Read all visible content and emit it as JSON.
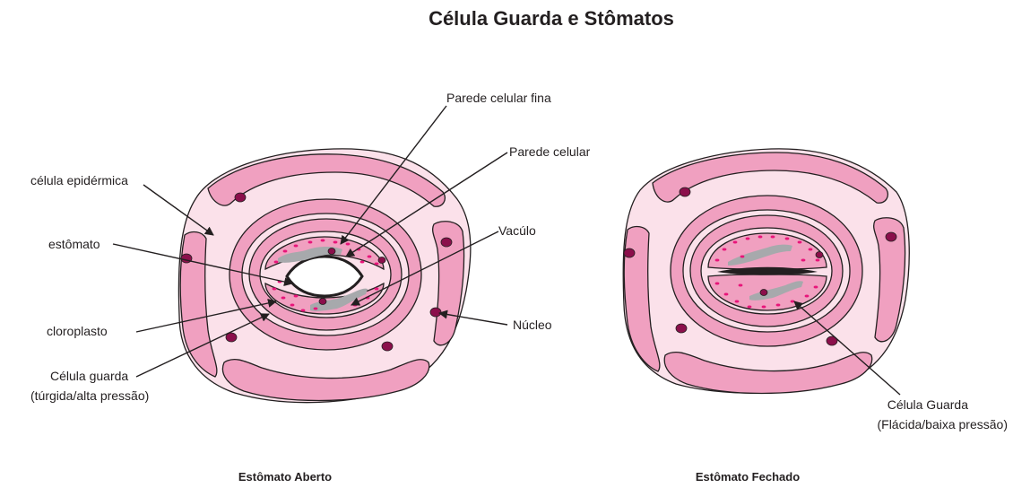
{
  "title": "Célula Guarda e Stômatos",
  "colors": {
    "cell_fill": "#f0a0c0",
    "light_fill": "#fbe1ea",
    "nucleus": "#8b0f4b",
    "chloroplast": "#e8157a",
    "vacuole": "#a7a9ac",
    "outline": "#231f20"
  },
  "labels": {
    "parede_fina": "Parede celular fina",
    "parede": "Parede celular",
    "epidermica": "célula epidérmica",
    "estomato": "estômato",
    "vacuolo": "Vacúlo",
    "cloroplasto": "cloroplasto",
    "nucleo": "Núcleo",
    "guarda_aberta_1": "Célula guarda",
    "guarda_aberta_2": "(túrgida/alta pressão)",
    "guarda_fechada_1": "Célula Guarda",
    "guarda_fechada_2": "(Flácida/baixa pressão)"
  },
  "captions": {
    "aberto": "Estômato Aberto",
    "fechado": "Estômato Fechado"
  }
}
